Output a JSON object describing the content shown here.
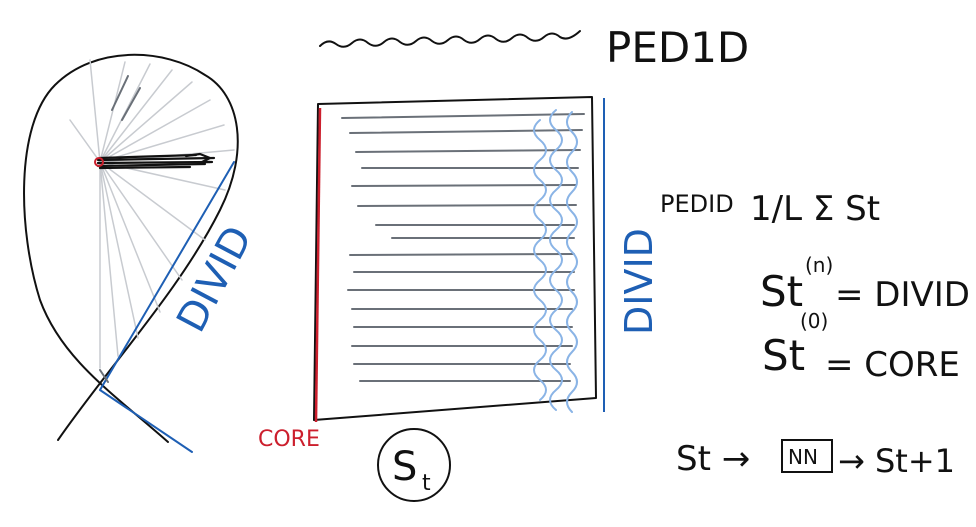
{
  "title": "PED1D",
  "labels": {
    "divid_left": "DIVID",
    "divid_right": "DIVID",
    "core": "CORE",
    "box_symbol": "S",
    "box_symbol_sub": "t"
  },
  "equations": {
    "ped_def_lhs": "PEDID",
    "ped_def_rhs": "1/L Σ St",
    "st_n": "St",
    "st_n_sup": "(n)",
    "st_n_rhs": "= DIVID",
    "st_0": "St",
    "st_0_sup": "(0)",
    "st_0_rhs": "= CORE",
    "flow_left": "St →",
    "flow_box": "NN",
    "flow_right": "→ St+1"
  },
  "colors": {
    "ink": "#111111",
    "blue": "#1e5fb4",
    "light_blue": "#8ab4e6",
    "red": "#cc1f2d",
    "gray": "#6a7078",
    "light_gray": "#c8cbd0"
  }
}
